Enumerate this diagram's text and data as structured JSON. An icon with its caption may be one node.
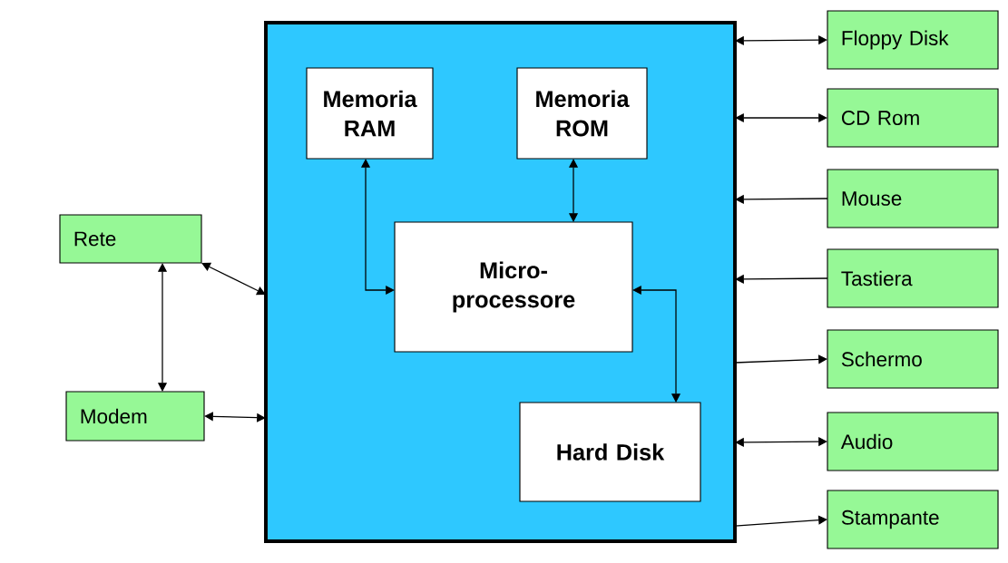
{
  "diagram": {
    "nodes": [
      {
        "text": [],
        "shape": "box"
      },
      {
        "text": [
          "Memoria RAM"
        ],
        "in": 0
      },
      {
        "text": [
          "Memoria ROM"
        ],
        "in": 0
      },
      {
        "text": [
          "Micro- processore"
        ],
        "in": 0
      },
      {
        "text": [
          "Hard Disk"
        ],
        "in": 0
      },
      {
        "text": [
          "Rete"
        ]
      },
      {
        "text": [
          "Modem"
        ]
      },
      {
        "text": [
          "Floppy Disk"
        ]
      },
      {
        "text": [
          "CD Rom"
        ]
      },
      {
        "text": [
          "Mouse"
        ]
      },
      {
        "text": [
          "Tastiera"
        ]
      },
      {
        "text": [
          "Schermo"
        ]
      },
      {
        "text": [
          "Audio"
        ]
      },
      {
        "text": [
          "Stampante"
        ]
      }
    ],
    "edges": [
      {
        "from": 1,
        "to": 3,
        "arrow": "both"
      },
      {
        "from": 2,
        "to": 3,
        "arrow": "both"
      },
      {
        "from": 3,
        "to": 4,
        "arrow": "both"
      },
      {
        "from": 5,
        "to": 0,
        "arrow": "both"
      },
      {
        "from": 5,
        "to": 6,
        "arrow": "both"
      },
      {
        "from": 6,
        "to": 0,
        "arrow": "both"
      },
      {
        "from": 0,
        "to": 7,
        "arrow": "both"
      },
      {
        "from": 0,
        "to": 8,
        "arrow": "both"
      },
      {
        "from": 9,
        "to": 0,
        "arrow": "to"
      },
      {
        "from": 10,
        "to": 0,
        "arrow": "to"
      },
      {
        "from": 0,
        "to": 11,
        "arrow": "to"
      },
      {
        "from": 0,
        "to": 12,
        "arrow": "both"
      },
      {
        "from": 0,
        "to": 13,
        "arrow": "to"
      }
    ]
  }
}
